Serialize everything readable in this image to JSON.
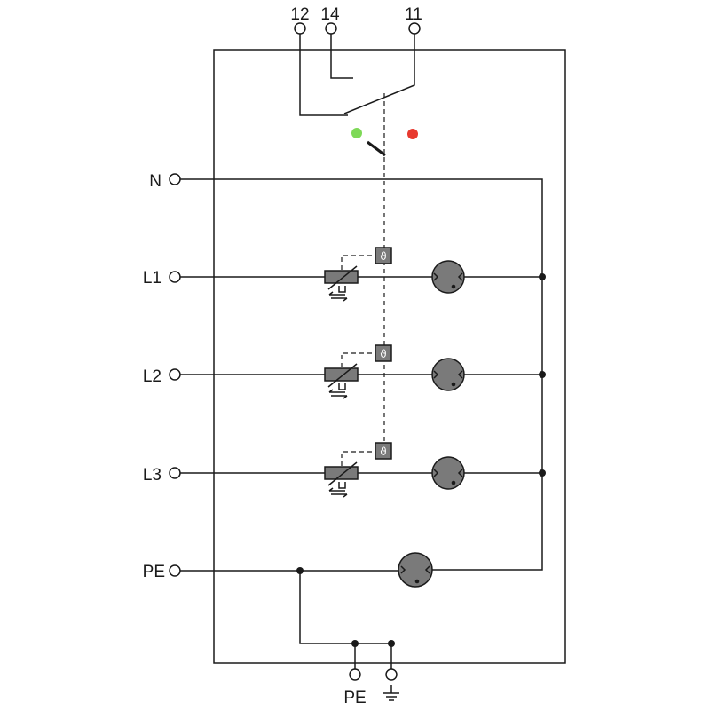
{
  "terminals": {
    "top": [
      "12",
      "14",
      "11"
    ],
    "left": [
      "N",
      "L1",
      "L2",
      "L3",
      "PE"
    ],
    "bottom_pe": "PE"
  },
  "icons": {
    "ground": "ground-symbol-icon",
    "varistor": "varistor-icon",
    "gas_discharge_tube": "gas-discharge-tube-icon",
    "thermal_fuse": "thermal-disconnector-icon"
  },
  "colors": {
    "status_ok": "#7ed957",
    "status_fault": "#e8392f",
    "component_fill": "#7a7a7a"
  }
}
